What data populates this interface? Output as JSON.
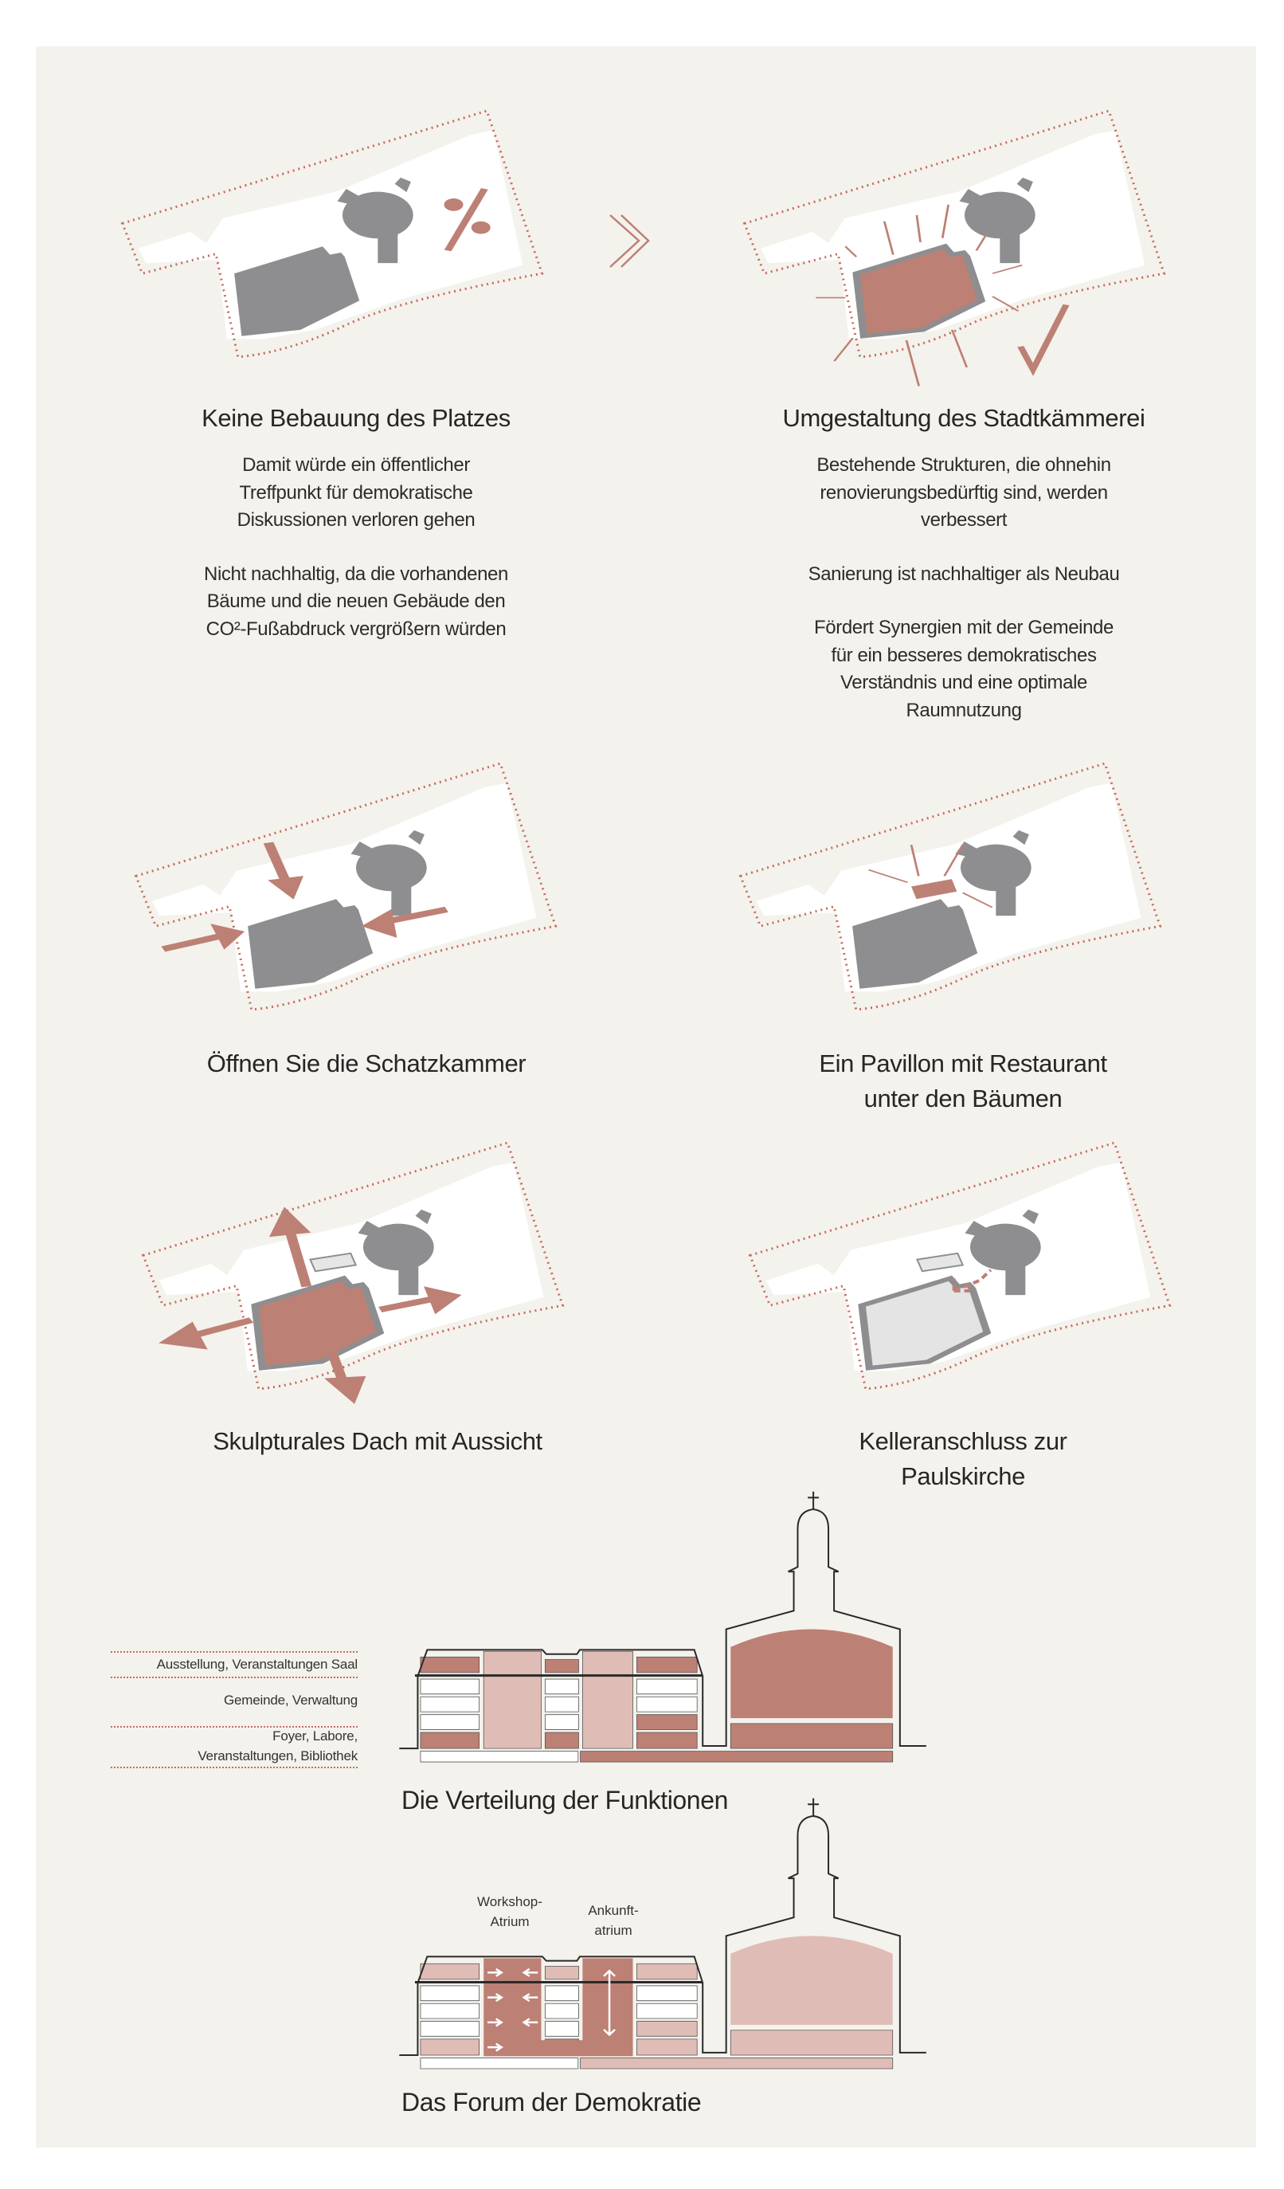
{
  "colors": {
    "panel": "#f4f2ec",
    "brick": "#bd8075",
    "brick_light": "#dfbdb6",
    "gray": "#8e8e90",
    "dotted": "#c56c5c",
    "white": "#ffffff",
    "line": "#2a2a2a"
  },
  "panels": [
    {
      "title": "Keine Bebauung des Platzes",
      "paragraphs": [
        [
          "Damit würde ein öffentlicher",
          "Treffpunkt für demokratische",
          "Diskussionen verloren gehen"
        ],
        [
          "Nicht nachhaltig, da die vorhandenen",
          "Bäume und die neuen Gebäude den",
          "CO²-Fußabdruck vergrößern würden"
        ]
      ]
    },
    {
      "title": "Umgestaltung des Stadtkämmerei",
      "paragraphs": [
        [
          "Bestehende Strukturen, die ohnehin",
          "renovierungsbedürftig sind, werden",
          "verbessert"
        ],
        [
          "Sanierung ist nachhaltiger als Neubau"
        ],
        [
          "Fördert Synergien mit der Gemeinde",
          "für ein besseres demokratisches",
          "Verständnis und eine optimale",
          "Raumnutzung"
        ]
      ]
    },
    {
      "title": "Öffnen Sie die Schatzkammer"
    },
    {
      "title_lines": [
        "Ein Pavillon mit Restaurant",
        "unter den Bäumen"
      ]
    },
    {
      "title": "Skulpturales Dach mit Aussicht"
    },
    {
      "title_lines": [
        "Kelleranschluss zur",
        "Paulskirche"
      ]
    }
  ],
  "legend": {
    "items": [
      "Ausstellung, Veranstaltungen Saal",
      "Gemeinde, Verwaltung",
      "Foyer, Labore,",
      "Veranstaltungen, Bibliothek"
    ]
  },
  "sections": [
    {
      "title": "Die Verteilung der Funktionen"
    },
    {
      "title": "Das Forum der Demokratie",
      "labels": [
        [
          "Workshop-",
          "Atrium"
        ],
        [
          "Ankunft-",
          "atrium"
        ]
      ]
    }
  ]
}
